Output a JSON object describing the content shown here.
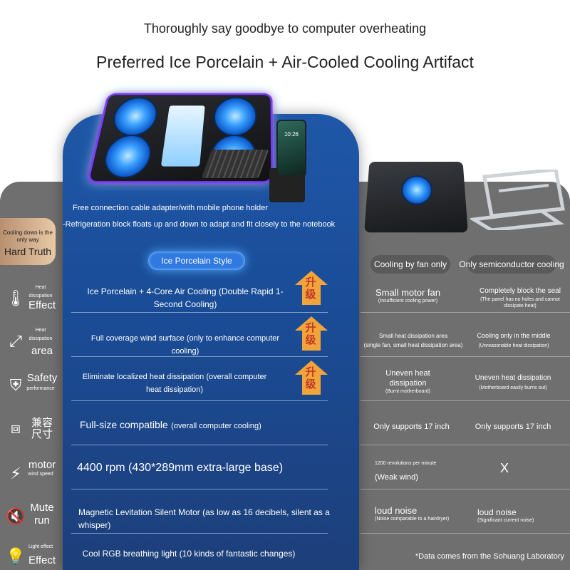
{
  "header": {
    "tagline": "Thoroughly say goodbye to computer overheating",
    "title": "Preferred Ice Porcelain + Air-Cooled Cooling Artifact"
  },
  "captions": {
    "line1": "Free connection cable adapter/with mobile phone holder",
    "line2": "-Refrigeration block floats up and down to adapt and fit closely to the notebook"
  },
  "columns": {
    "ice": "Ice Porcelain Style",
    "fan": "Cooling by fan only",
    "semi": "Only semiconductor cooling"
  },
  "hard_truth": {
    "small": "Cooling down is the only way",
    "big": "Hard Truth"
  },
  "upgrade_label": "升级",
  "categories": [
    {
      "sub": "Heat dissipation",
      "main": "Effect",
      "icon": "thermometer-icon"
    },
    {
      "sub": "Heat dissipation",
      "main": "area",
      "icon": "area-expand-icon"
    },
    {
      "sub": "performance",
      "main": "Safety",
      "icon": "shield-check-icon"
    },
    {
      "sub": "尺寸",
      "main": "兼容",
      "icon": "size-compat-icon"
    },
    {
      "sub": "wind speed",
      "main": "motor",
      "icon": "motor-icon"
    },
    {
      "sub": "run",
      "main": "Mute",
      "icon": "mute-speaker-icon"
    },
    {
      "sub": "Light effect",
      "main": "Effect",
      "icon": "light-bulb-icon"
    }
  ],
  "rows": [
    {
      "ice": "Ice Porcelain + 4-Core Air Cooling (Double Rapid 1-Second Cooling)",
      "fan": "Small motor fan",
      "fan_note": "(Insufficient cooling power)",
      "semi": "Completely block the seal",
      "semi_note": "(The panel has no holes and cannot dissipate heat)"
    },
    {
      "ice": "Full coverage wind surface (only to enhance computer cooling)",
      "fan": "Small heat dissipation area",
      "fan_note": "(single fan, small heat dissipation area)",
      "semi": "Cooling only in the middle",
      "semi_note": "(Unreasonable heat dissipation)"
    },
    {
      "ice": "Eliminate localized heat dissipation (overall computer heat dissipation)",
      "fan": "Uneven heat dissipation",
      "fan_note": "(Burnt motherboard)",
      "semi": "Uneven heat dissipation",
      "semi_note": "(Motherboard easily burns out)"
    },
    {
      "ice": "Full-size compatible",
      "ice_note": "(overall computer cooling)",
      "fan": "Only supports 17 inch",
      "fan_note": "",
      "semi": "Only supports 17 inch",
      "semi_note": ""
    },
    {
      "ice": "4400 rpm (430*289mm extra-large base)",
      "fan": "(Weak wind)",
      "fan_note": "1200 revolutions per minute",
      "semi": "X",
      "semi_note": ""
    },
    {
      "ice": "Magnetic Levitation Silent Motor (as low as 16 decibels, silent as a whisper)",
      "fan": "loud noise",
      "fan_note": "(Noise comparable to a hairdryer)",
      "semi": "loud noise",
      "semi_note": "(Significant current noise)"
    },
    {
      "ice": "Cool RGB breathing light (10 kinds of fantastic changes)",
      "fan": "",
      "fan_note": "",
      "semi": "",
      "semi_note": ""
    }
  ],
  "footnote": "*Data comes from the Sohuang Laboratory",
  "phone_screen_time": "10:26",
  "colors": {
    "blue_panel": "#1f57a8",
    "grey_bg": "#6f6f6f",
    "upgrade_orange": "#f0a43a",
    "upgrade_text": "#c0392b"
  }
}
